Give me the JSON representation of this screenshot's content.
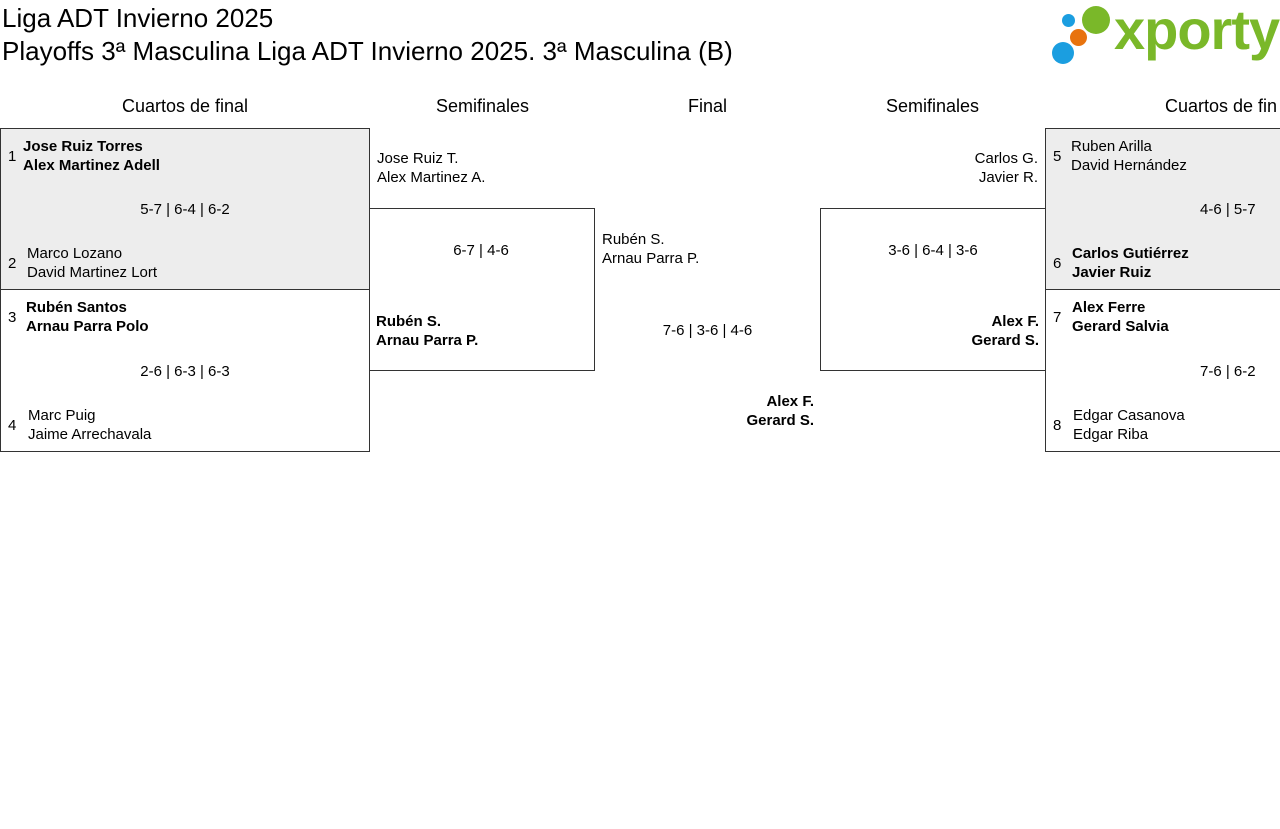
{
  "header": {
    "title": "Liga ADT Invierno 2025",
    "subtitle": "Playoffs 3ª Masculina Liga ADT Invierno 2025. 3ª Masculina (B)"
  },
  "logo": {
    "text": "xporty",
    "brand_color": "#7ab829",
    "dot_colors": [
      "#1b9ee0",
      "#e8730e",
      "#7ab829"
    ]
  },
  "rounds": {
    "left_qf": "Cuartos de final",
    "left_sf": "Semifinales",
    "final": "Final",
    "right_sf": "Semifinales",
    "right_qf": "Cuartos de fin"
  },
  "left_qf": [
    {
      "top": {
        "seed": "1",
        "p1": "Jose Ruiz Torres",
        "p2": "Alex Martinez Adell",
        "winner": true
      },
      "bottom": {
        "seed": "2",
        "p1": "Marco Lozano",
        "p2": "David Martinez Lort",
        "winner": false
      },
      "score": "5-7 | 6-4 | 6-2"
    },
    {
      "top": {
        "seed": "3",
        "p1": "Rubén Santos",
        "p2": "Arnau Parra Polo",
        "winner": true
      },
      "bottom": {
        "seed": "4",
        "p1": "Marc Puig",
        "p2": "Jaime Arrechavala",
        "winner": false
      },
      "score": "2-6 | 6-3 | 6-3"
    }
  ],
  "left_sf": {
    "top": {
      "p1": "Jose Ruiz T.",
      "p2": "Alex Martinez A.",
      "winner": false
    },
    "bottom": {
      "p1": "Rubén S.",
      "p2": "Arnau Parra P.",
      "winner": true
    },
    "score": "6-7 | 4-6"
  },
  "final": {
    "top": {
      "p1": "Rubén S.",
      "p2": "Arnau Parra P.",
      "winner": false
    },
    "bottom": {
      "p1": "Alex F.",
      "p2": "Gerard S.",
      "winner": true
    },
    "score": "7-6 | 3-6 | 4-6"
  },
  "right_sf": {
    "top": {
      "p1": "Carlos G.",
      "p2": "Javier R.",
      "winner": false
    },
    "bottom": {
      "p1": "Alex F.",
      "p2": "Gerard S.",
      "winner": true
    },
    "score": "3-6 | 6-4 | 3-6"
  },
  "right_qf": [
    {
      "top": {
        "seed": "5",
        "p1": "Ruben Arilla",
        "p2": "David Hernández",
        "winner": false
      },
      "bottom": {
        "seed": "6",
        "p1": "Carlos Gutiérrez",
        "p2": "Javier Ruiz",
        "winner": true
      },
      "score": "4-6 | 5-7"
    },
    {
      "top": {
        "seed": "7",
        "p1": "Alex Ferre",
        "p2": "Gerard Salvia",
        "winner": true
      },
      "bottom": {
        "seed": "8",
        "p1": "Edgar Casanova",
        "p2": "Edgar Riba",
        "winner": false
      },
      "score": "7-6 | 6-2"
    }
  ]
}
